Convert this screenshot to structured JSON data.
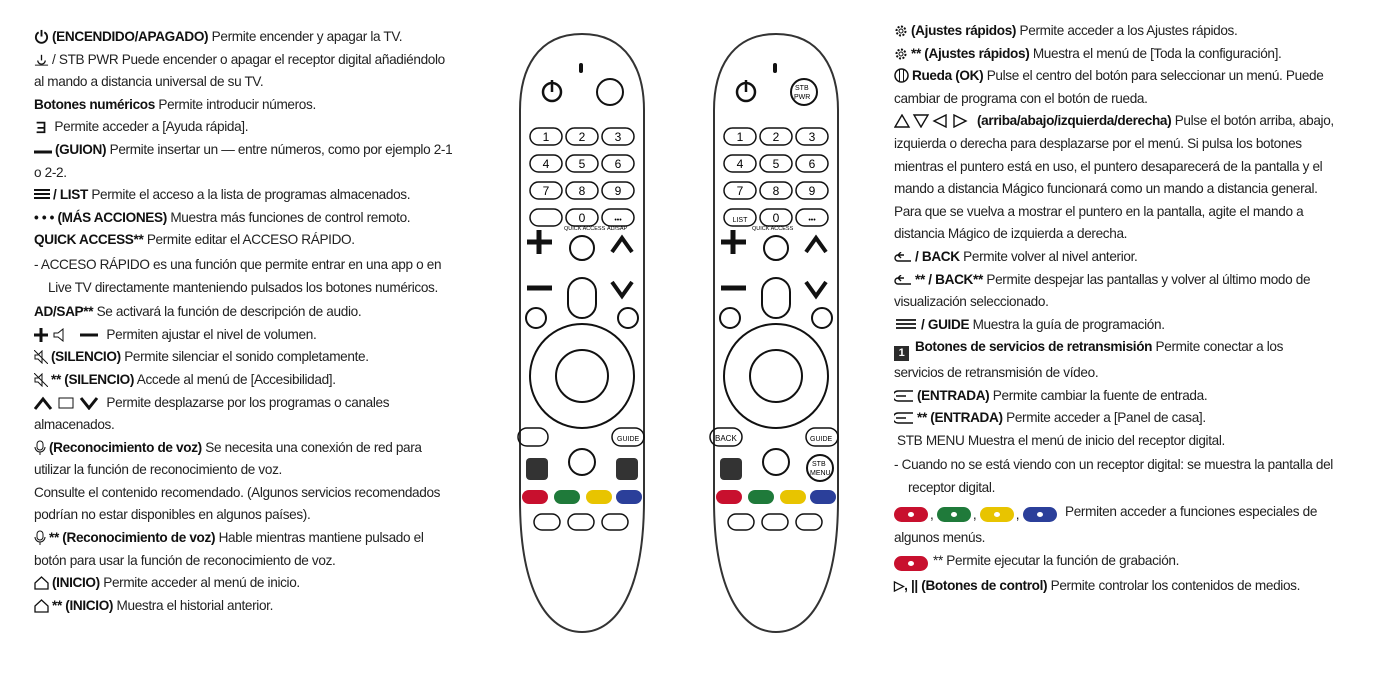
{
  "left": [
    {
      "icon": "power-icon",
      "bold": "(ENCENDIDO/APAGADO)",
      "text": " Permite encender y apagar la TV."
    },
    {
      "icon": "stb-power-icon",
      "bold": "",
      "text": "/ STB PWR  Puede encender o apagar el receptor digital añadiéndolo al mando a distancia universal de su TV."
    },
    {
      "icon": "",
      "bold": "Botones numéricos",
      "text": " Permite introducir números."
    },
    {
      "icon": "quick-help-icon",
      "bold": "",
      "text": " Permite acceder a [Ayuda rápida]."
    },
    {
      "icon": "dash-icon",
      "bold": "(GUION)",
      "text": " Permite insertar un — entre números, como por ejemplo 2-1 o 2-2."
    },
    {
      "icon": "list-icon",
      "bold": "/ LIST",
      "text": " Permite el acceso a la lista de programas almacenados."
    },
    {
      "icon": "",
      "bold": "• • • (MÁS ACCIONES)",
      "text": " Muestra más funciones de control remoto."
    },
    {
      "icon": "",
      "bold": "QUICK ACCESS**",
      "text": " Permite editar el ACCESO RÁPIDO."
    },
    {
      "note": true,
      "text": "ACCESO RÁPIDO es una función que permite entrar en una app o en Live TV directamente manteniendo pulsados los botones numéricos."
    },
    {
      "icon": "",
      "bold": "AD/SAP**",
      "text": " Se activará la función de descripción de audio."
    },
    {
      "icon": "volume-icon",
      "bold": "",
      "text": " Permiten ajustar el nivel de volumen."
    },
    {
      "icon": "mute-icon",
      "bold": "(SILENCIO)",
      "text": " Permite silenciar el sonido completamente."
    },
    {
      "icon": "mute-icon",
      "bold": "** (SILENCIO)",
      "text": " Accede al menú de [Accesibilidad]."
    },
    {
      "icon": "channel-icon",
      "bold": "",
      "text": " Permite desplazarse por los programas o canales almacenados."
    },
    {
      "icon": "mic-icon",
      "bold": "(Reconocimiento de voz)",
      "text": " Se necesita una conexión de red para utilizar la función de reconocimiento de voz."
    },
    {
      "icon": "",
      "bold": "",
      "text": "Consulte el contenido recomendado. (Algunos servicios recomendados podrían no estar disponibles en algunos países)."
    },
    {
      "icon": "mic-icon",
      "bold": "** (Reconocimiento de voz)",
      "text": " Hable mientras mantiene pulsado el botón para usar la función de reconocimiento de voz."
    },
    {
      "icon": "home-icon",
      "bold": "(INICIO)",
      "text": " Permite acceder al menú de inicio."
    },
    {
      "icon": "home-icon",
      "bold": "** (INICIO)",
      "text": " Muestra el historial anterior."
    }
  ],
  "right": [
    {
      "icon": "gear-icon",
      "bold": "(Ajustes rápidos)",
      "text": " Permite acceder a los Ajustes rápidos."
    },
    {
      "icon": "gear-icon",
      "bold": "** (Ajustes rápidos)",
      "text": " Muestra el menú de [Toda la configuración]."
    },
    {
      "icon": "wheel-icon",
      "bold": "Rueda (OK)",
      "text": " Pulse el centro del botón para seleccionar un menú. Puede cambiar de programa con el botón de rueda."
    },
    {
      "icon": "arrows-icon",
      "bold": "(arriba/abajo/izquierda/derecha)",
      "text": " Pulse el botón arriba, abajo, izquierda o derecha para desplazarse por el menú. Si pulsa los botones mientras el puntero está en uso, el puntero desaparecerá de la pantalla y el mando a distancia Mágico funcionará como un mando a distancia general. Para que se vuelva a mostrar el puntero en la pantalla, agite el mando a distancia Mágico de izquierda a derecha."
    },
    {
      "icon": "back-icon",
      "bold": "/ BACK",
      "text": " Permite volver al nivel anterior."
    },
    {
      "icon": "back-icon",
      "bold": "** / BACK**",
      "text": " Permite despejar las pantallas y volver al último modo de visualización seleccionado."
    },
    {
      "icon": "guide-icon",
      "bold": "/ GUIDE",
      "text": " Muestra la guía de programación."
    },
    {
      "icon": "streaming-icon",
      "bold": "Botones de servicios de retransmisión",
      "text": " Permite conectar a los servicios de retransmisión de vídeo."
    },
    {
      "icon": "input-icon",
      "bold": "(ENTRADA)",
      "text": " Permite cambiar la fuente de entrada."
    },
    {
      "icon": "input-icon",
      "bold": "** (ENTRADA)",
      "text": " Permite acceder a [Panel de casa]."
    },
    {
      "icon": "stb-menu-icon",
      "bold": "",
      "text": "STB MENU  Muestra el menú de inicio del receptor digital."
    },
    {
      "note": true,
      "text": "Cuando no se está viendo con un receptor digital: se muestra la pantalla del receptor digital."
    },
    {
      "icon": "color-buttons",
      "bold": "",
      "text": " Permiten acceder a funciones especiales de algunos menús."
    },
    {
      "icon": "record-icon",
      "bold": "",
      "text": "** Permite ejecutar la función de grabación."
    },
    {
      "icon": "",
      "bold": "▷, || (Botones de control)",
      "text": " Permite controlar los contenidos de medios."
    }
  ],
  "remote_left": {
    "quick_access": "QUICK ACCESS",
    "ad_sap": "AD/SAP",
    "guide": "GUIDE",
    "back": "",
    "numbers": [
      "1",
      "2",
      "3",
      "4",
      "5",
      "6",
      "7",
      "8",
      "9",
      "",
      "0",
      "•••"
    ]
  },
  "remote_right": {
    "quick_access": "QUICK ACCESS",
    "guide": "GUIDE",
    "back": "BACK",
    "list": "LIST",
    "stb_pwr": "STB PWR",
    "stb_menu": "STB MENU",
    "numbers": [
      "1",
      "2",
      "3",
      "4",
      "5",
      "6",
      "7",
      "8",
      "9",
      "LIST",
      "0",
      "•••"
    ]
  },
  "colors": {
    "red": "#c8102e",
    "green": "#1f7a3a",
    "yellow": "#e8c400",
    "blue": "#2b3f9a"
  }
}
